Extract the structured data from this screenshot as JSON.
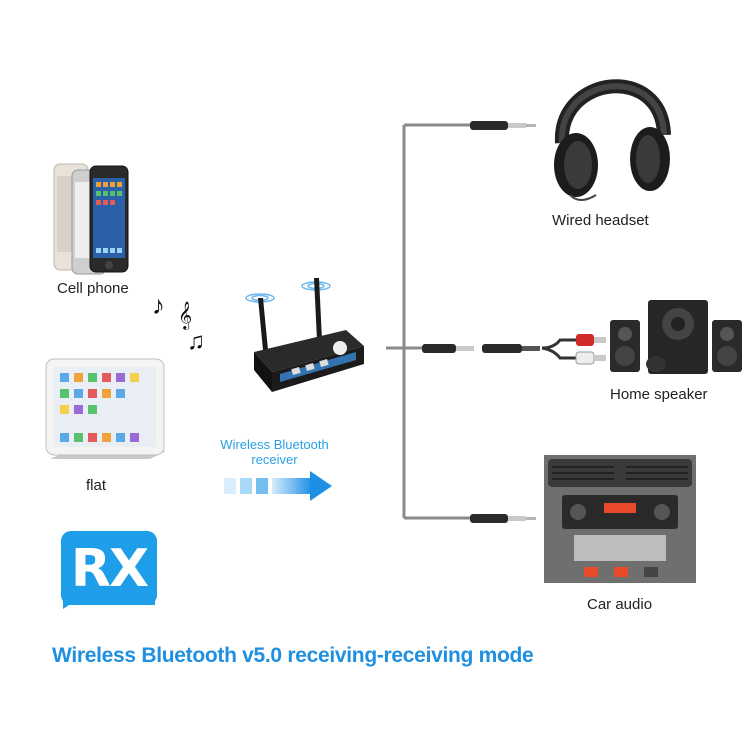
{
  "labels": {
    "cell_phone": "Cell phone",
    "flat": "flat",
    "wired_headset": "Wired headset",
    "home_speaker": "Home speaker",
    "car_audio": "Car audio"
  },
  "receiver_label": {
    "line1": "Wireless Bluetooth",
    "line2": "receiver"
  },
  "badge": {
    "text": "RX",
    "color": "#1e9ee8"
  },
  "caption": "Wireless Bluetooth v5.0 receiving-receiving mode",
  "colors": {
    "accent": "#1f8fe0",
    "cable": "#8a8a8a"
  },
  "icons": [
    "music-note-icon",
    "music-note-icon",
    "music-note-icon",
    "arrow-right-icon"
  ]
}
